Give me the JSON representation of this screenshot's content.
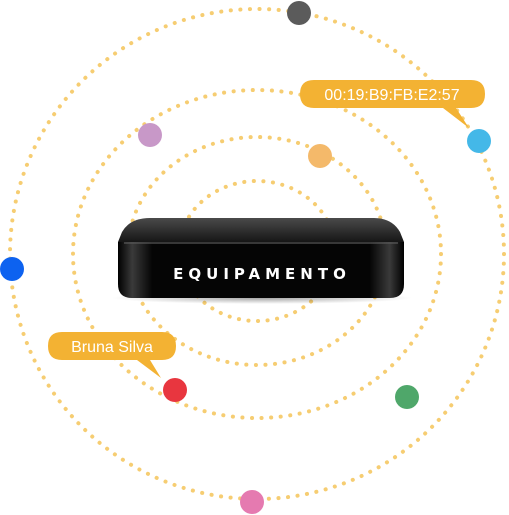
{
  "device": {
    "label": "EQUIPAMENTO"
  },
  "tooltips": {
    "mac_address": "00:19:B9:FB:E2:57",
    "user_name": "Bruna Silva"
  },
  "colors": {
    "orbit": "#f6cd72",
    "tooltip": "#f3b233",
    "device_body": "#0b0b0b",
    "nodes": {
      "gray": "#5b5b5b",
      "cyan": "#44b8e8",
      "lavender": "#c898c8",
      "orange": "#f4b96a",
      "blue": "#0d62f0",
      "red": "#e8363f",
      "green": "#4fa76a",
      "pink": "#e57ab0"
    }
  }
}
